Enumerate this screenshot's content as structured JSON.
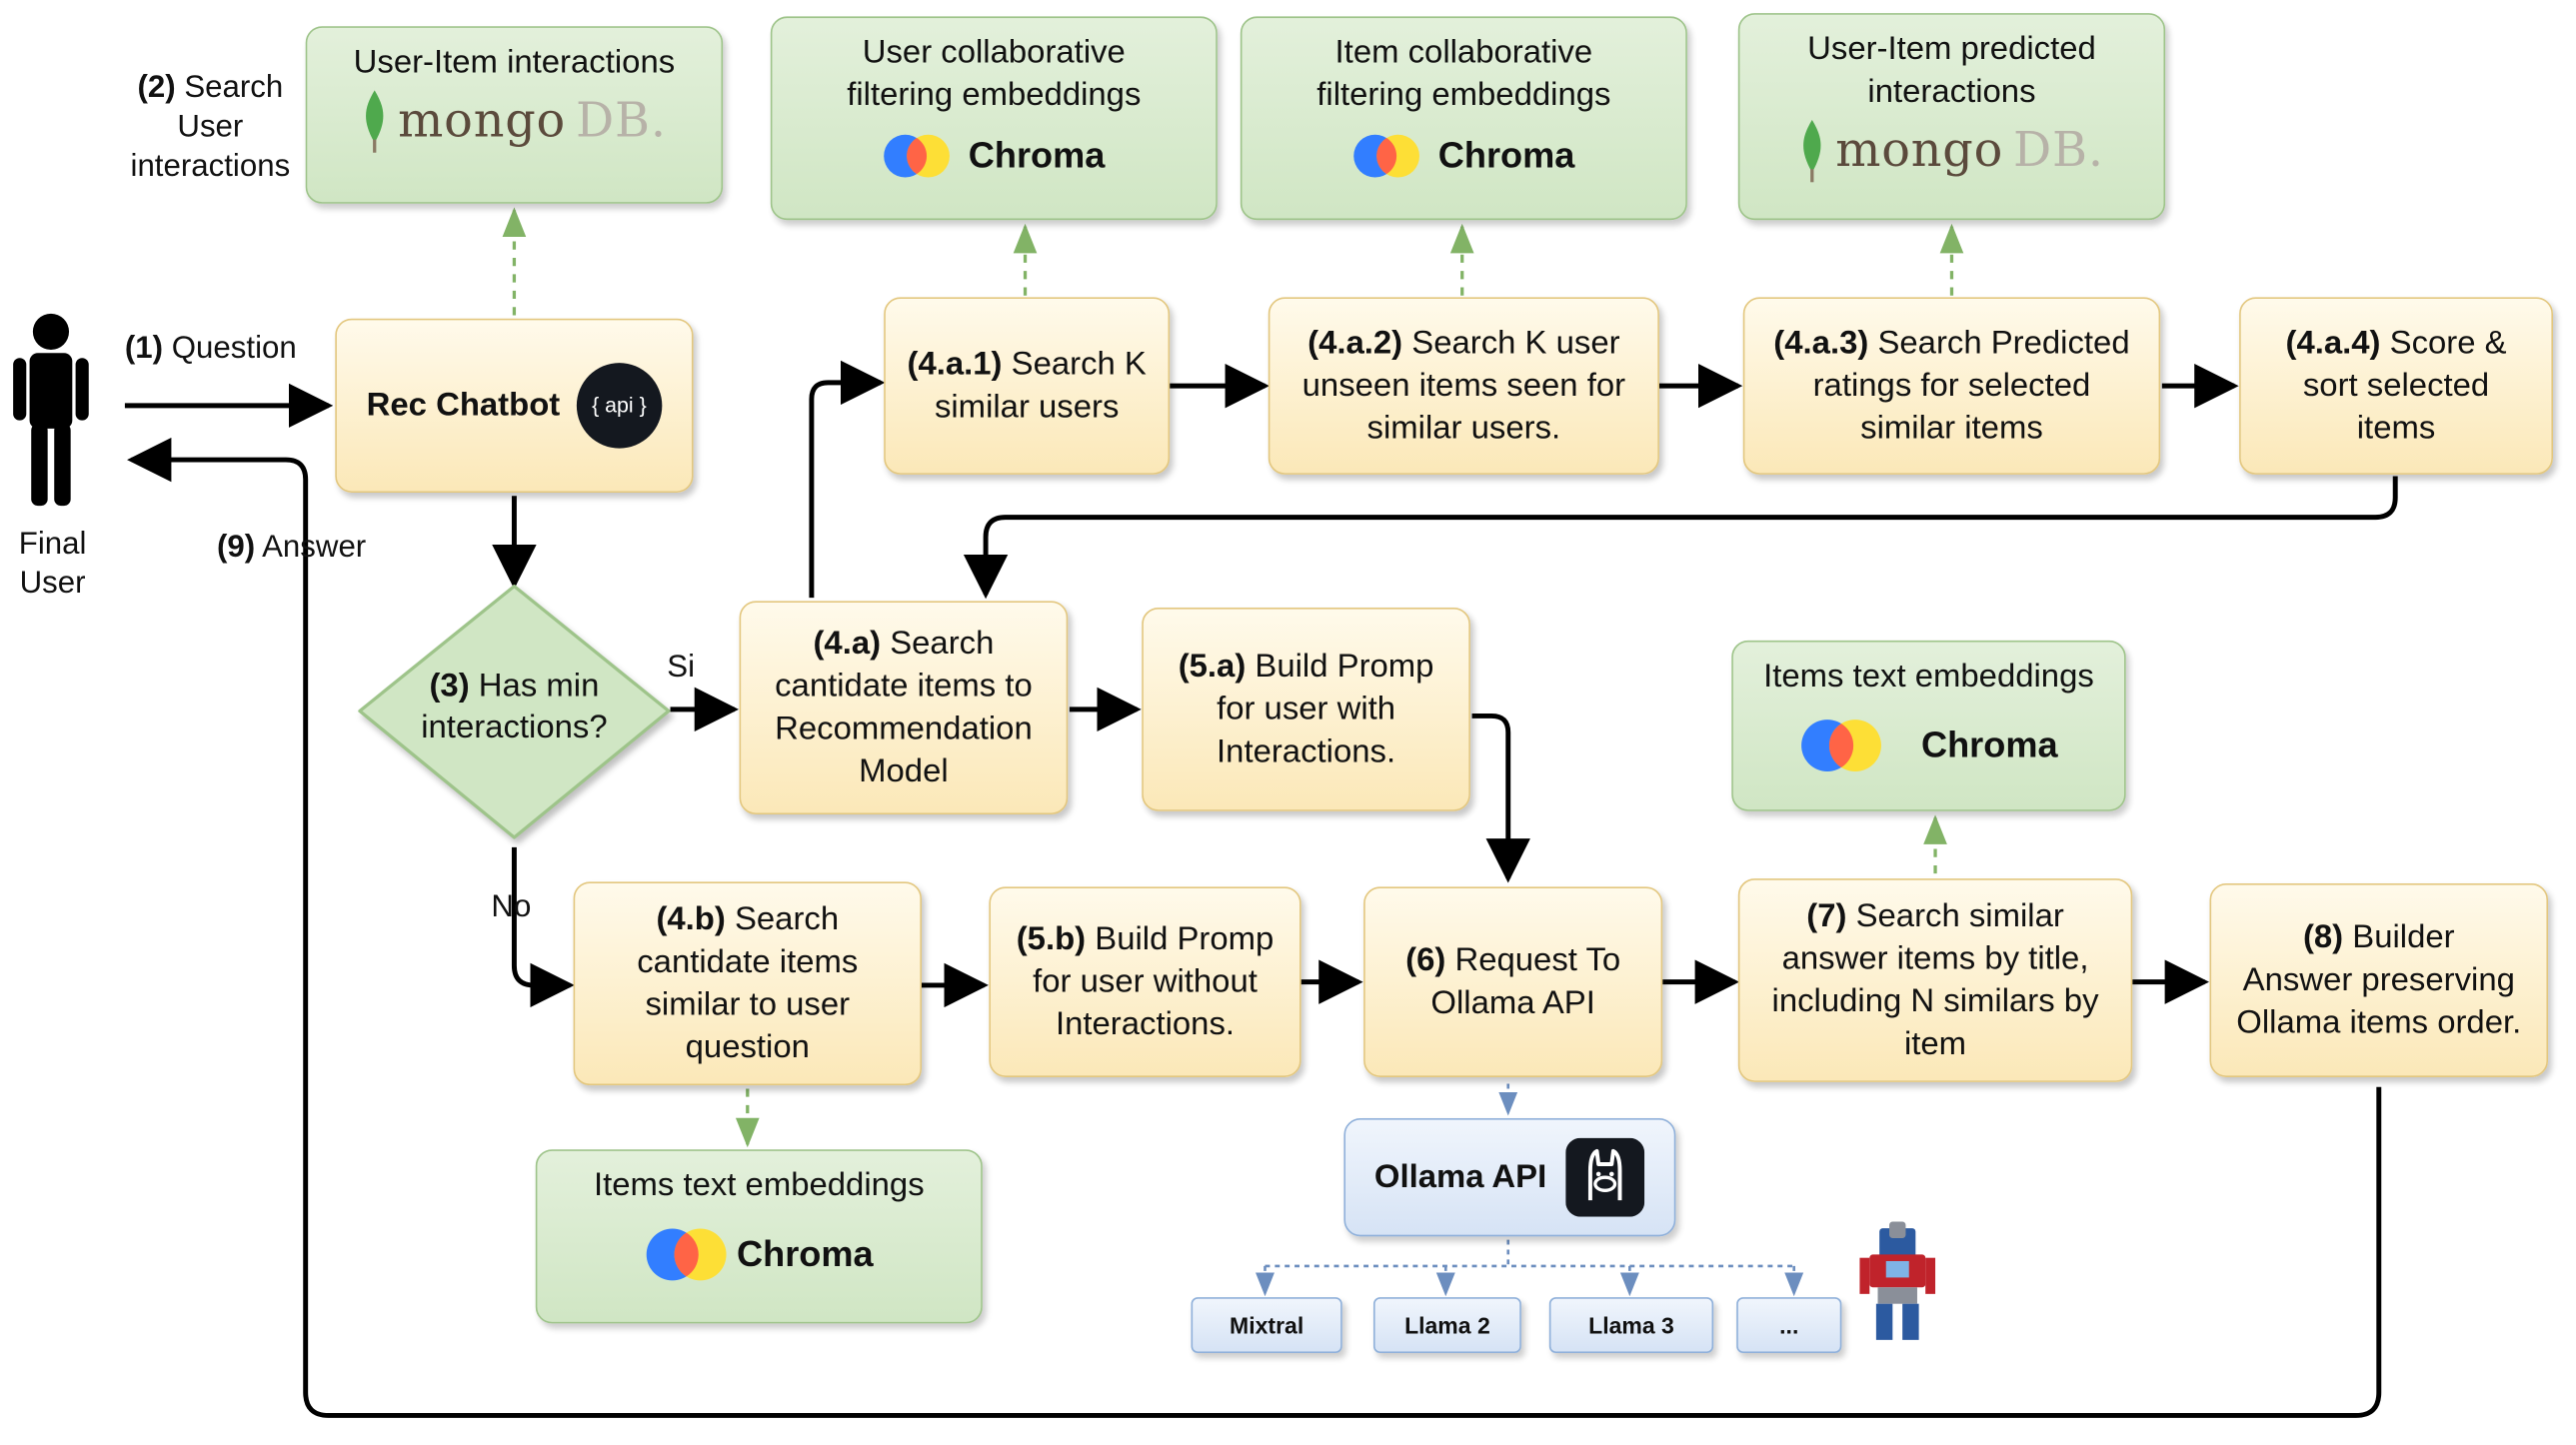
{
  "actor": {
    "label_line1": "Final",
    "label_line2": "User"
  },
  "edges": {
    "question_num": "(1)",
    "question": "Question",
    "answer_num": "(9)",
    "answer": "Answer",
    "search_user_num": "(2)",
    "search_user_line1": "Search",
    "search_user_line2": "User",
    "search_user_line3": "interactions",
    "yes": "Si",
    "no": "No"
  },
  "chatbot": {
    "label": "Rec Chatbot",
    "api_badge": "{ api }"
  },
  "decision": {
    "num": "(3)",
    "line1": "Has min",
    "line2": "interactions?"
  },
  "stores": {
    "user_item_interactions": {
      "title": "User-Item interactions",
      "brand_a": "mongo",
      "brand_b": "DB."
    },
    "user_cf": {
      "title_line1": "User collaborative",
      "title_line2": "filtering embeddings",
      "brand": "Chroma"
    },
    "item_cf": {
      "title_line1": "Item collaborative",
      "title_line2": "filtering embeddings",
      "brand": "Chroma"
    },
    "predicted": {
      "title_line1": "User-Item predicted",
      "title_line2": "interactions",
      "brand_a": "mongo",
      "brand_b": "DB."
    },
    "items_text_top": {
      "title": "Items text embeddings",
      "brand": "Chroma"
    },
    "items_text_bottom": {
      "title": "Items text embeddings",
      "brand": "Chroma"
    }
  },
  "steps": {
    "s4a1": {
      "num": "(4.a.1)",
      "line1": "Search K",
      "line2": "similar users"
    },
    "s4a2": {
      "num": "(4.a.2)",
      "line1": "Search K user",
      "line2": "unseen items seen for",
      "line3": "similar users."
    },
    "s4a3": {
      "num": "(4.a.3)",
      "line1": "Search Predicted",
      "line2": "ratings for  selected",
      "line3": "similar items"
    },
    "s4a4": {
      "num": "(4.a.4)",
      "line1": "Score &",
      "line2": "sort  selected",
      "line3": "items"
    },
    "s4a": {
      "num": "(4.a)",
      "line1": "Search",
      "line2": "cantidate items to",
      "line3": "Recommendation",
      "line4": "Model"
    },
    "s5a": {
      "num": "(5.a)",
      "line1": "Build Promp",
      "line2": "for user with",
      "line3": "Interactions."
    },
    "s4b": {
      "num": "(4.b)",
      "line1": "Search",
      "line2": "cantidate items",
      "line3": "similar to user",
      "line4": "question"
    },
    "s5b": {
      "num": "(5.b)",
      "line1": "Build Promp",
      "line2": "for user without",
      "line3": "Interactions."
    },
    "s6": {
      "num": "(6)",
      "line1": "Request To",
      "line2": "Ollama API"
    },
    "s7": {
      "num": "(7)",
      "line1": "Search similar",
      "line2": "answer items by title,",
      "line3": "including N similars by",
      "line4": "item"
    },
    "s8": {
      "num": "(8)",
      "line1": "Builder",
      "line2": "Answer preserving",
      "line3": "Ollama items order."
    }
  },
  "ollama": {
    "label": "Ollama API",
    "models": [
      "Mixtral",
      "Llama 2",
      "Llama 3",
      "..."
    ]
  },
  "colors": {
    "yellow_fill": "#fbe8b8",
    "green_fill": "#d5e8c9",
    "green_dash": "#82b366",
    "blue_fill": "#dae8fc",
    "arrow": "#000000"
  }
}
